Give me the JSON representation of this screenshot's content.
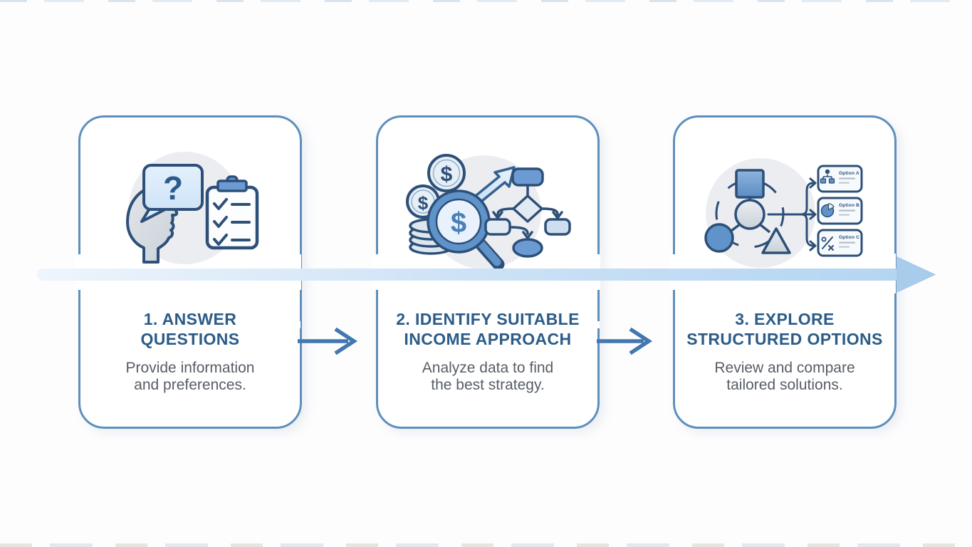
{
  "diagram": {
    "type": "process-flow-infographic",
    "direction": "left-to-right",
    "step_count": 3
  },
  "steps": [
    {
      "step_number": "1",
      "icon": "head-question-checklist-icon",
      "title_lines": [
        "1. ANSWER",
        "QUESTIONS"
      ],
      "description_lines": [
        "Provide information",
        "and preferences."
      ],
      "glyphs": {
        "question_mark": "?"
      }
    },
    {
      "step_number": "2",
      "icon": "money-analysis-flowchart-icon",
      "title_lines": [
        "2. IDENTIFY SUITABLE",
        "INCOME APPROACH"
      ],
      "description_lines": [
        "Analyze data to find",
        "the best strategy."
      ],
      "glyphs": {
        "dollar": "$"
      }
    },
    {
      "step_number": "3",
      "icon": "shapes-branching-options-icon",
      "title_lines": [
        "3. EXPLORE",
        "STRUCTURED OPTIONS"
      ],
      "description_lines": [
        "Review and compare",
        "tailored solutions."
      ],
      "options": [
        {
          "label": "Option A",
          "icon": "org-chart-icon"
        },
        {
          "label": "Option B",
          "icon": "pie-chart-icon"
        },
        {
          "label": "Option C",
          "icon": "percent-icon"
        }
      ]
    }
  ],
  "timeline": {
    "style": "light-blue-gradient-band",
    "arrow": "right-arrowhead",
    "connectors": "small-right-arrows-between-cards"
  },
  "colors": {
    "background": "#fdfdfe",
    "card_border": "#5e8fbc",
    "step_title": "#2b5c88",
    "step_description": "#575d66",
    "icon_stroke": "#2d4f78",
    "icon_blue_fill": "#5f93c9",
    "icon_light_blue_fill": "#d9ecfc",
    "icon_circle_bg": "#ecedf1",
    "timeline_band_start": "#ecf4fc",
    "timeline_band_end": "#b4d5f1",
    "timeline_arrowhead": "#a8cdec",
    "connector_arrow": "#4277b0"
  }
}
